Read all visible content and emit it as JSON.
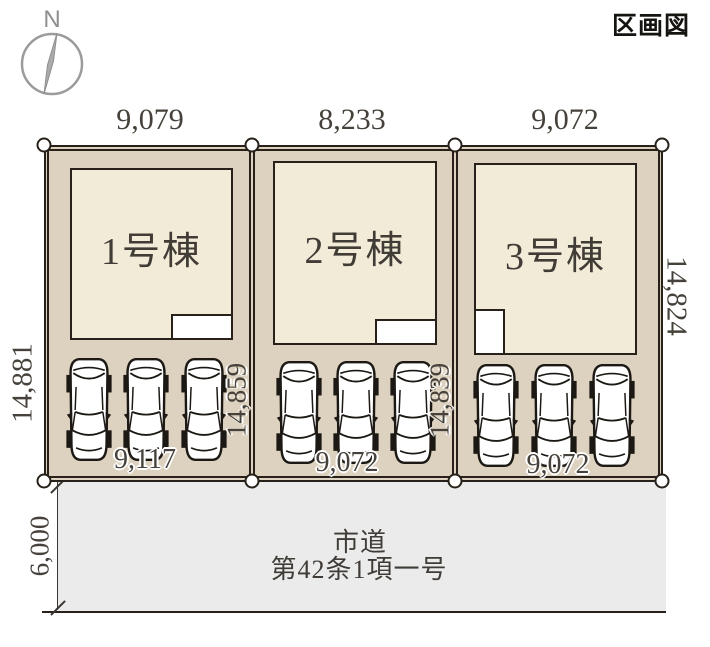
{
  "title": "区画図",
  "compass": {
    "label": "N"
  },
  "dimensions": {
    "top": [
      "9,079",
      "8,233",
      "9,072"
    ],
    "bottom": [
      "9,117",
      "9,072",
      "9,072"
    ],
    "left_outer": "14,881",
    "right_outer": "14,824",
    "inner": [
      "14,859",
      "14,839"
    ],
    "road_width": "6,000"
  },
  "buildings": [
    {
      "label": "1号棟"
    },
    {
      "label": "2号棟"
    },
    {
      "label": "3号棟"
    }
  ],
  "road": {
    "line1": "市道",
    "line2": "第42条1項一号"
  },
  "colors": {
    "lot_fill": "#ddd2c0",
    "building_fill": "#f1ebd8",
    "outline": "#27211a",
    "road_fill": "#ebebeb",
    "dim_text": "#46423b",
    "compass_gray": "#9b9b9b"
  }
}
